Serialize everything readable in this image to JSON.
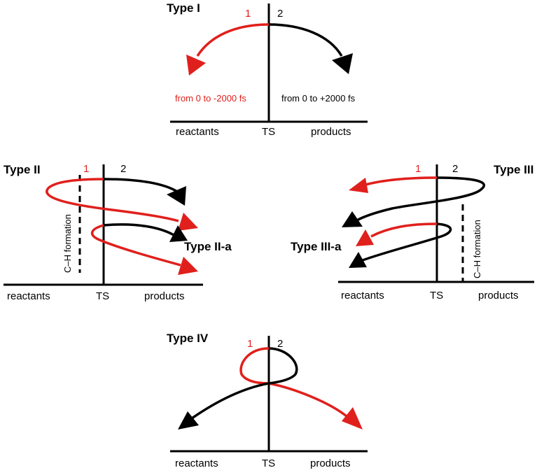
{
  "colors": {
    "traj1": "#e0201c",
    "traj2": "#000000"
  },
  "panels": {
    "type1": {
      "title": "Type I",
      "label1": "1",
      "label2": "2",
      "note1": "from 0 to -2000 fs",
      "note2": "from 0 to +2000 fs",
      "reactants": "reactants",
      "ts": "TS",
      "products": "products"
    },
    "type2": {
      "title": "Type II",
      "subtitle": "Type II-a",
      "label1": "1",
      "label2": "2",
      "ch": "C–H formation",
      "reactants": "reactants",
      "ts": "TS",
      "products": "products"
    },
    "type3": {
      "title": "Type III",
      "subtitle": "Type III-a",
      "label1": "1",
      "label2": "2",
      "ch": "C–H formation",
      "reactants": "reactants",
      "ts": "TS",
      "products": "products"
    },
    "type4": {
      "title": "Type IV",
      "label1": "1",
      "label2": "2",
      "reactants": "reactants",
      "ts": "TS",
      "products": "products"
    }
  }
}
